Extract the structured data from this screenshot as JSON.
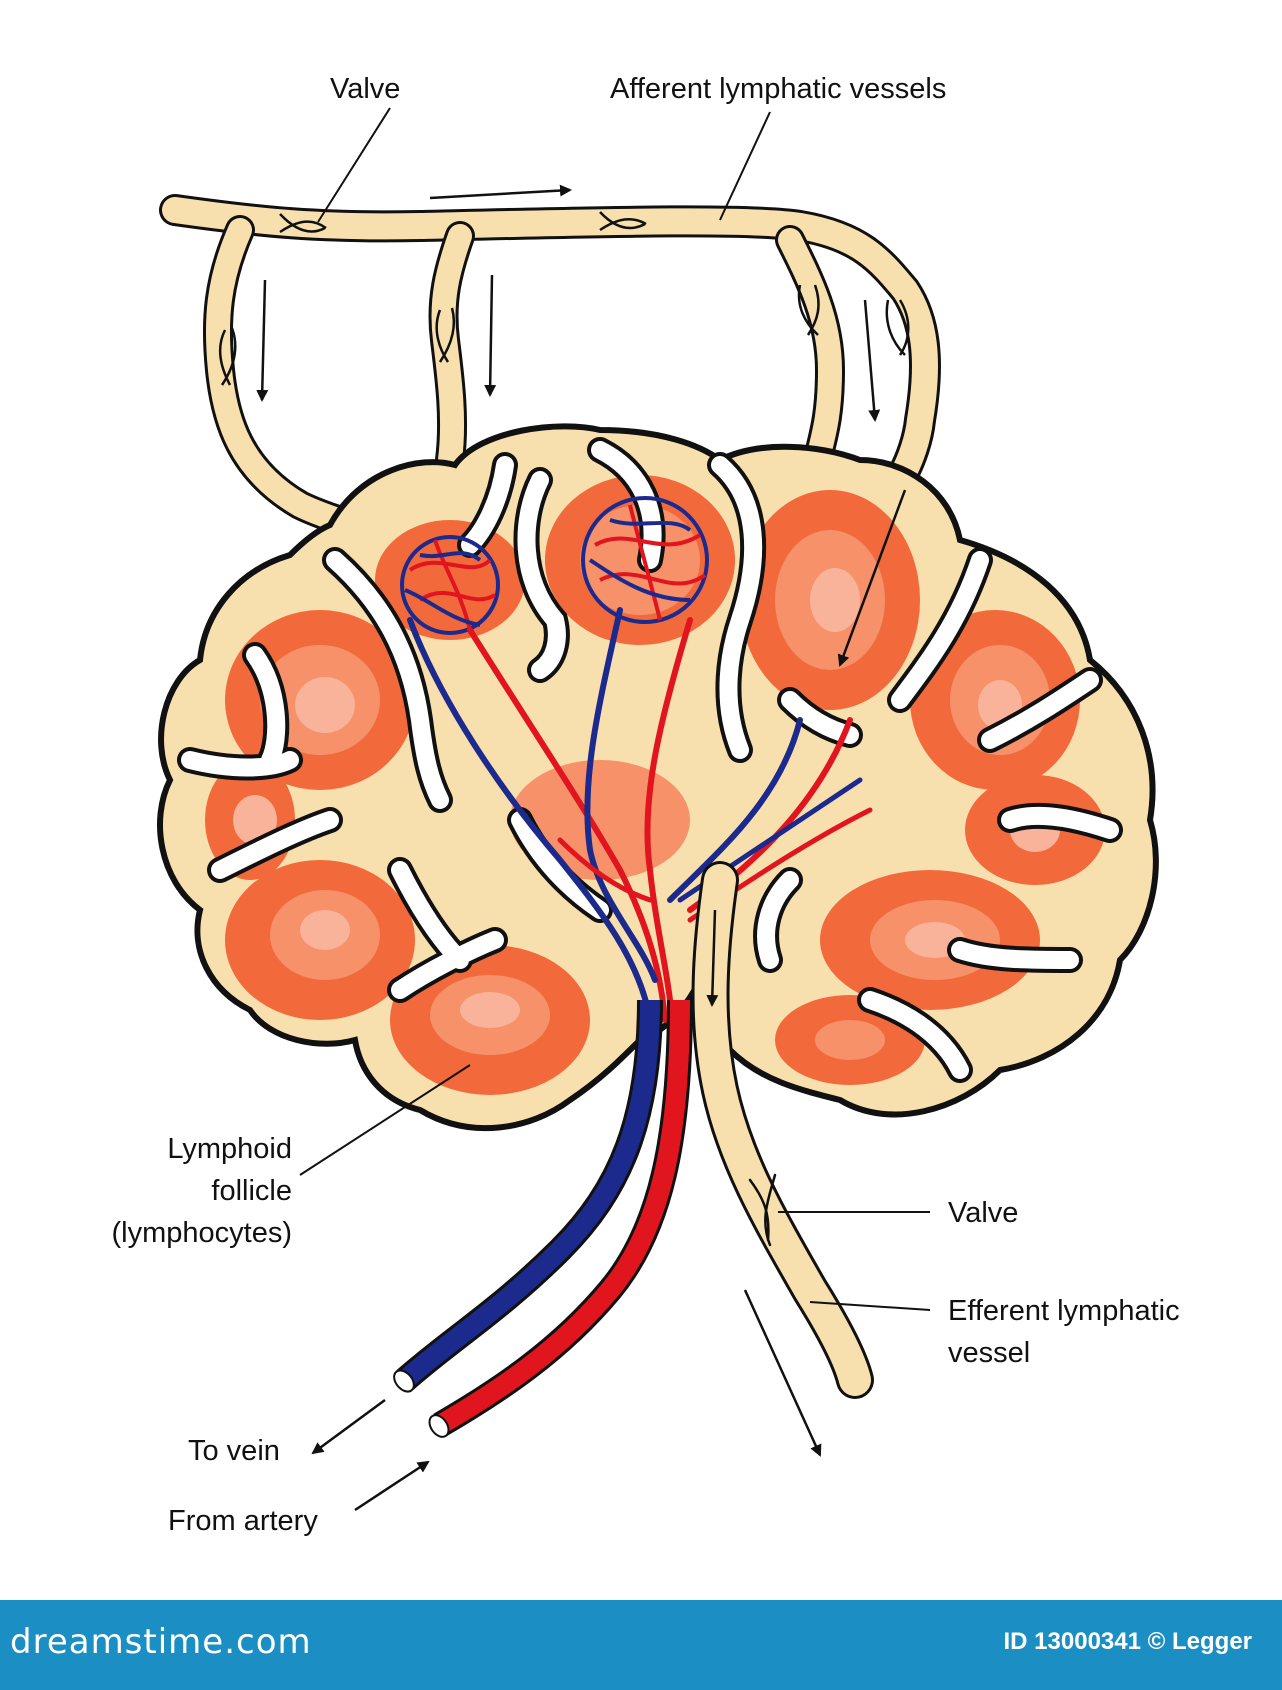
{
  "labels": {
    "valve_top": "Valve",
    "afferent": "Afferent lymphatic vessels",
    "follicle_line1": "Lymphoid",
    "follicle_line2": "follicle",
    "follicle_line3": "(lymphocytes)",
    "valve_bottom": "Valve",
    "efferent_line1": "Efferent lymphatic",
    "efferent_line2": "vessel",
    "to_vein": "To vein",
    "from_artery": "From artery"
  },
  "footer": {
    "brand": "dreamstime.com",
    "id_text": "ID 13000341 © Legger"
  },
  "colors": {
    "lymph_vessel": "#f8dfae",
    "capsule": "#f8dfae",
    "follicle_outer": "#f26a3c",
    "follicle_mid": "#f6916a",
    "follicle_core": "#f8b39a",
    "vein": "#1b2a8c",
    "artery": "#e0151e",
    "outline": "#111111",
    "footer_bg": "#1b8fc4"
  }
}
